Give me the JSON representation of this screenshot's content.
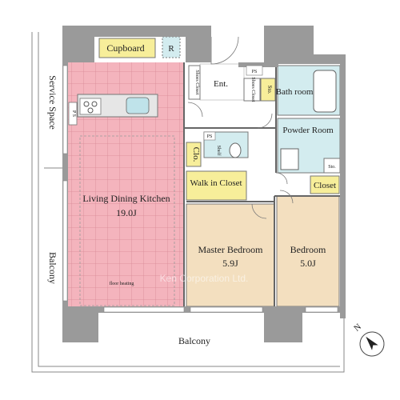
{
  "colors": {
    "ldk_floor": "#f4b4bd",
    "ldk_grid": "#d88a96",
    "bedroom_floor": "#f3dfbf",
    "storage_floor": "#f7ee9a",
    "wet_floor": "#d3ecef",
    "wall": "#9a9a9a",
    "outer_line": "#888888"
  },
  "rooms": {
    "ldk": {
      "name": "Living Dining Kitchen",
      "size": "19.0J",
      "note": "floor heating"
    },
    "cupboard": "Cupboard",
    "refrigerator": "R",
    "entrance": "Ent.",
    "shoes_closet_1": "Shoes Closet",
    "shoes_closet_2": "Shoes Closet",
    "storage_top": "Sto.",
    "bathroom": "Bath room",
    "powder_room": "Powder Room",
    "storage_small": "Sto.",
    "closet": "Closet",
    "clo": "Clo.",
    "shelf": "Shelf",
    "walk_in_closet": "Walk in Closet",
    "master_bedroom": {
      "name": "Master Bedroom",
      "size": "5.9J"
    },
    "bedroom": {
      "name": "Bedroom",
      "size": "5.0J"
    },
    "service_space": "Service Space",
    "balcony_left": "Balcony",
    "balcony_bottom": "Balcony",
    "ps_1": "P S",
    "ps_2": "PS",
    "ps_3": "PS"
  },
  "watermark": "Ken Corporation Ltd.",
  "compass": {
    "label": "N"
  }
}
